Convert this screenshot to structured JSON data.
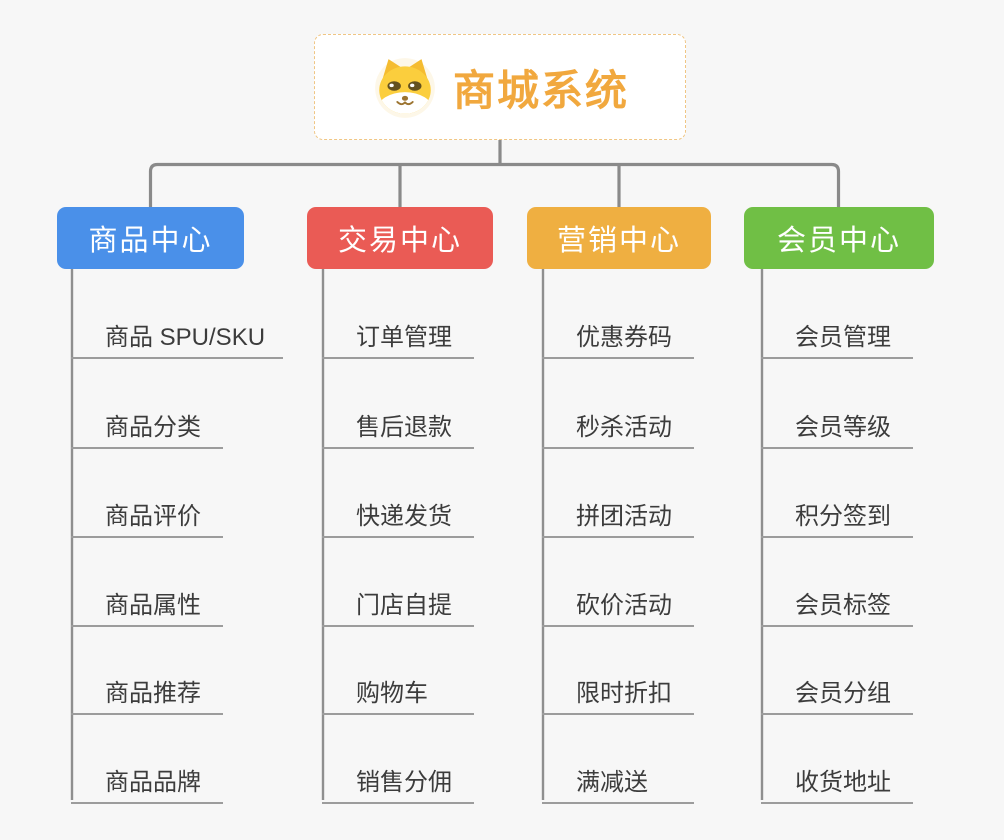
{
  "root": {
    "title": "商城系统",
    "icon": "dog-mascot-icon"
  },
  "branches": [
    {
      "label": "商品中心",
      "color": "#4a90e9",
      "children": [
        "商品 SPU/SKU",
        "商品分类",
        "商品评价",
        "商品属性",
        "商品推荐",
        "商品品牌"
      ]
    },
    {
      "label": "交易中心",
      "color": "#ea5b55",
      "children": [
        "订单管理",
        "售后退款",
        "快递发货",
        "门店自提",
        "购物车",
        "销售分佣"
      ]
    },
    {
      "label": "营销中心",
      "color": "#efaf41",
      "children": [
        "优惠券码",
        "秒杀活动",
        "拼团活动",
        "砍价活动",
        "限时折扣",
        "满减送"
      ]
    },
    {
      "label": "会员中心",
      "color": "#70bf45",
      "children": [
        "会员管理",
        "会员等级",
        "积分签到",
        "会员标签",
        "会员分组",
        "收货地址"
      ]
    }
  ],
  "colors": {
    "background": "#f7f7f7",
    "connector": "#8a8a8a",
    "branch_trunk": "#8f8f8f",
    "leaf_underline": "#9c9c9c",
    "leaf_text": "#3c3c3c",
    "root_text": "#f1a83e",
    "root_border_dashed": "#f0c684",
    "root_background": "#ffffff"
  }
}
